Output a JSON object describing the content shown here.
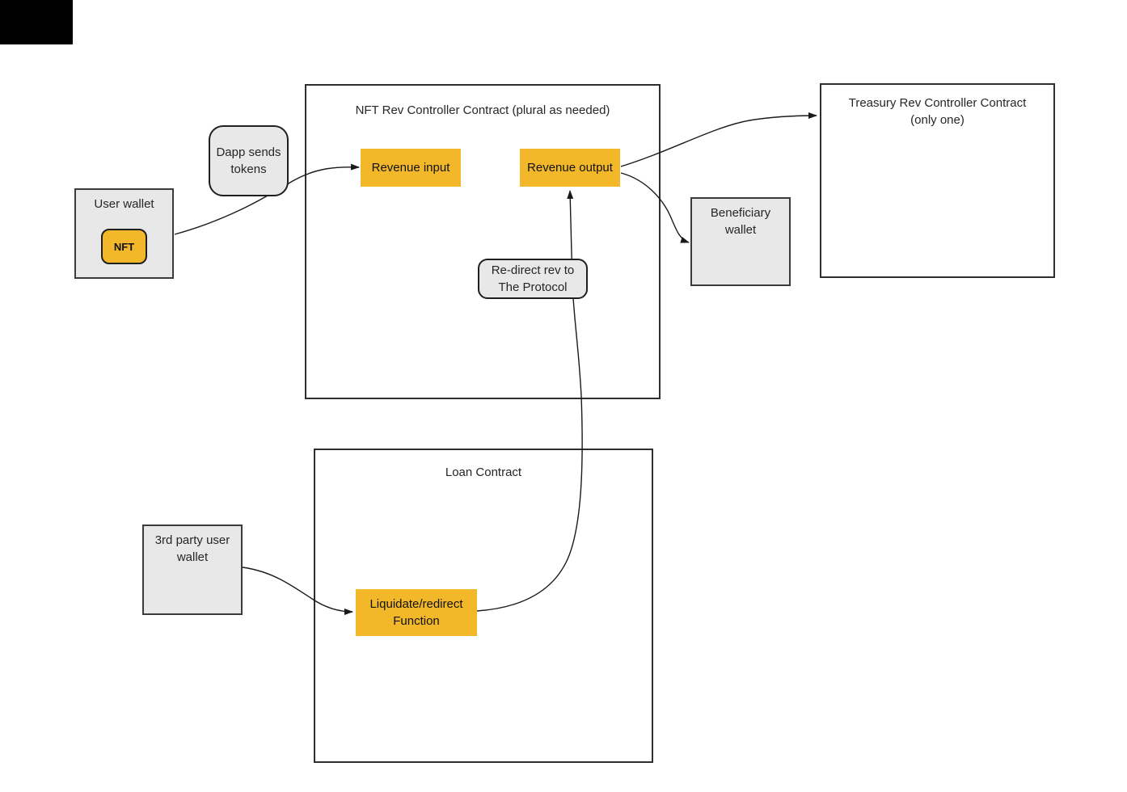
{
  "diagram": {
    "containers": {
      "nft_rev_controller": {
        "title": "NFT Rev Controller Contract (plural as needed)"
      },
      "treasury": {
        "title": "Treasury Rev Controller Contract\n(only one)"
      },
      "loan": {
        "title": "Loan Contract"
      }
    },
    "nodes": {
      "user_wallet": {
        "label": "User wallet"
      },
      "nft_badge": {
        "label": "NFT"
      },
      "dapp_sends_tokens": {
        "label": "Dapp sends\ntokens"
      },
      "revenue_input": {
        "label": "Revenue input"
      },
      "revenue_output": {
        "label": "Revenue output"
      },
      "redirect_rev": {
        "label": "Re-direct rev to\nThe Protocol"
      },
      "beneficiary_wallet": {
        "label": "Beneficiary\nwallet"
      },
      "third_party_wallet": {
        "label": "3rd party user\nwallet"
      },
      "liquidate_function": {
        "label": "Liquidate/redirect\nFunction"
      }
    },
    "colors": {
      "node_yellow": "#F2B829",
      "node_gray": "#E8E8E8",
      "border_dark": "#3B3B3B",
      "container_border": "#2E2E2E",
      "edge": "#1A1A1A",
      "text": "#262626",
      "background": "#FFFFFF",
      "corner_block": "#000000"
    }
  }
}
